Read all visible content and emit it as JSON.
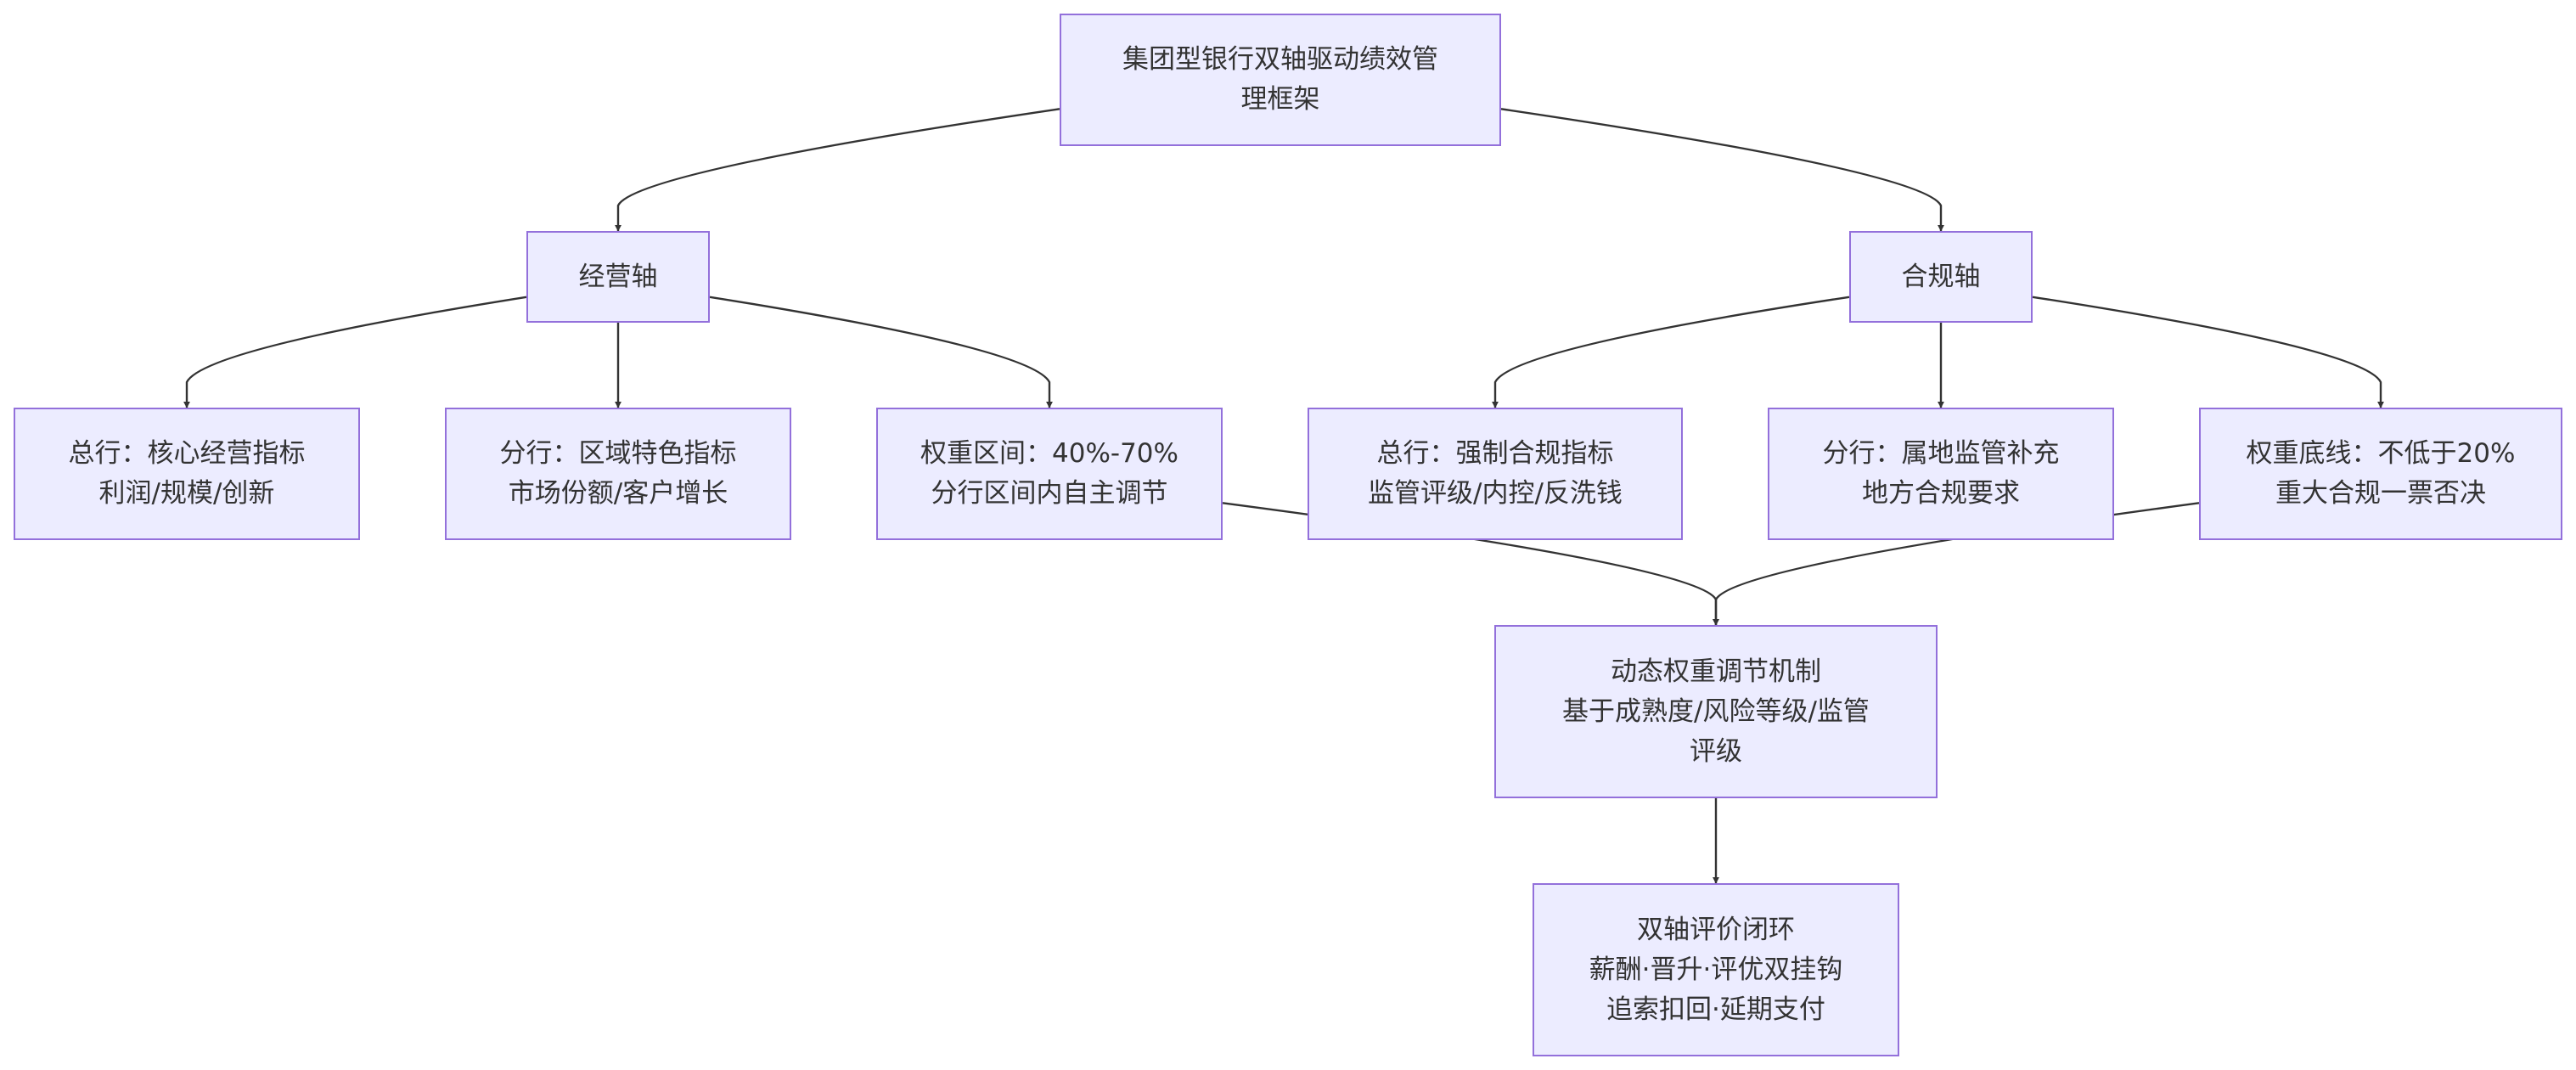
{
  "colors": {
    "node_fill": "#ECECFF",
    "node_border": "#9370DB",
    "edge": "#333333",
    "text": "#333333"
  },
  "nodes": {
    "root": {
      "lines": [
        "集团型银行双轴驱动绩效管",
        "理框架"
      ]
    },
    "business_axis": {
      "lines": [
        "经营轴"
      ]
    },
    "compliance_axis": {
      "lines": [
        "合规轴"
      ]
    },
    "hq_business": {
      "lines": [
        "总行：核心经营指标",
        "利润/规模/创新"
      ]
    },
    "branch_business": {
      "lines": [
        "分行：区域特色指标",
        "市场份额/客户增长"
      ]
    },
    "weight_range": {
      "lines": [
        "权重区间：40%-70%",
        "分行区间内自主调节"
      ]
    },
    "hq_compliance": {
      "lines": [
        "总行：强制合规指标",
        "监管评级/内控/反洗钱"
      ]
    },
    "branch_compliance": {
      "lines": [
        "分行：属地监管补充",
        "地方合规要求"
      ]
    },
    "weight_floor": {
      "lines": [
        "权重底线：不低于20%",
        "重大合规一票否决"
      ]
    },
    "dynamic_weight": {
      "lines": [
        "动态权重调节机制",
        "基于成熟度/风险等级/监管",
        "评级"
      ]
    },
    "closed_loop": {
      "lines": [
        "双轴评价闭环",
        "薪酬·晋升·评优双挂钩",
        "追索扣回·延期支付"
      ]
    }
  },
  "edges": [
    {
      "from": "root",
      "to": "business_axis"
    },
    {
      "from": "root",
      "to": "compliance_axis"
    },
    {
      "from": "business_axis",
      "to": "hq_business"
    },
    {
      "from": "business_axis",
      "to": "branch_business"
    },
    {
      "from": "business_axis",
      "to": "weight_range"
    },
    {
      "from": "compliance_axis",
      "to": "hq_compliance"
    },
    {
      "from": "compliance_axis",
      "to": "branch_compliance"
    },
    {
      "from": "compliance_axis",
      "to": "weight_floor"
    },
    {
      "from": "weight_range",
      "to": "dynamic_weight"
    },
    {
      "from": "weight_floor",
      "to": "dynamic_weight"
    },
    {
      "from": "dynamic_weight",
      "to": "closed_loop"
    }
  ]
}
